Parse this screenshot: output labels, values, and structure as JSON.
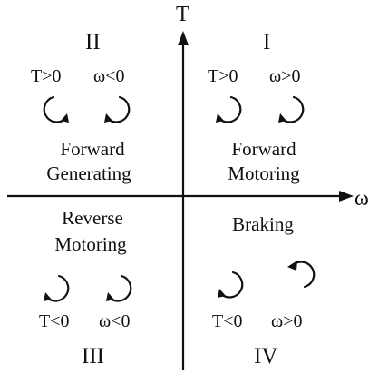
{
  "axes": {
    "vertical": "T",
    "horizontal": "ω"
  },
  "quadrants": {
    "q1": {
      "numeral": "I",
      "torque": "T>0",
      "speed": "ω>0",
      "mode_lines": [
        "Forward",
        "Motoring"
      ]
    },
    "q2": {
      "numeral": "II",
      "torque": "T>0",
      "speed": "ω<0",
      "mode_lines": [
        "Forward",
        "Generating"
      ]
    },
    "q3": {
      "numeral": "III",
      "torque": "T<0",
      "speed": "ω<0",
      "mode_lines": [
        "Reverse",
        "Motoring"
      ]
    },
    "q4": {
      "numeral": "IV",
      "torque": "T<0",
      "speed": "ω>0",
      "mode_lines": [
        "Braking"
      ]
    }
  },
  "icons": {
    "rotation_arrow": "curved-rotation-arrow-icon"
  },
  "colors": {
    "ink": "#111111",
    "background": "#ffffff"
  }
}
